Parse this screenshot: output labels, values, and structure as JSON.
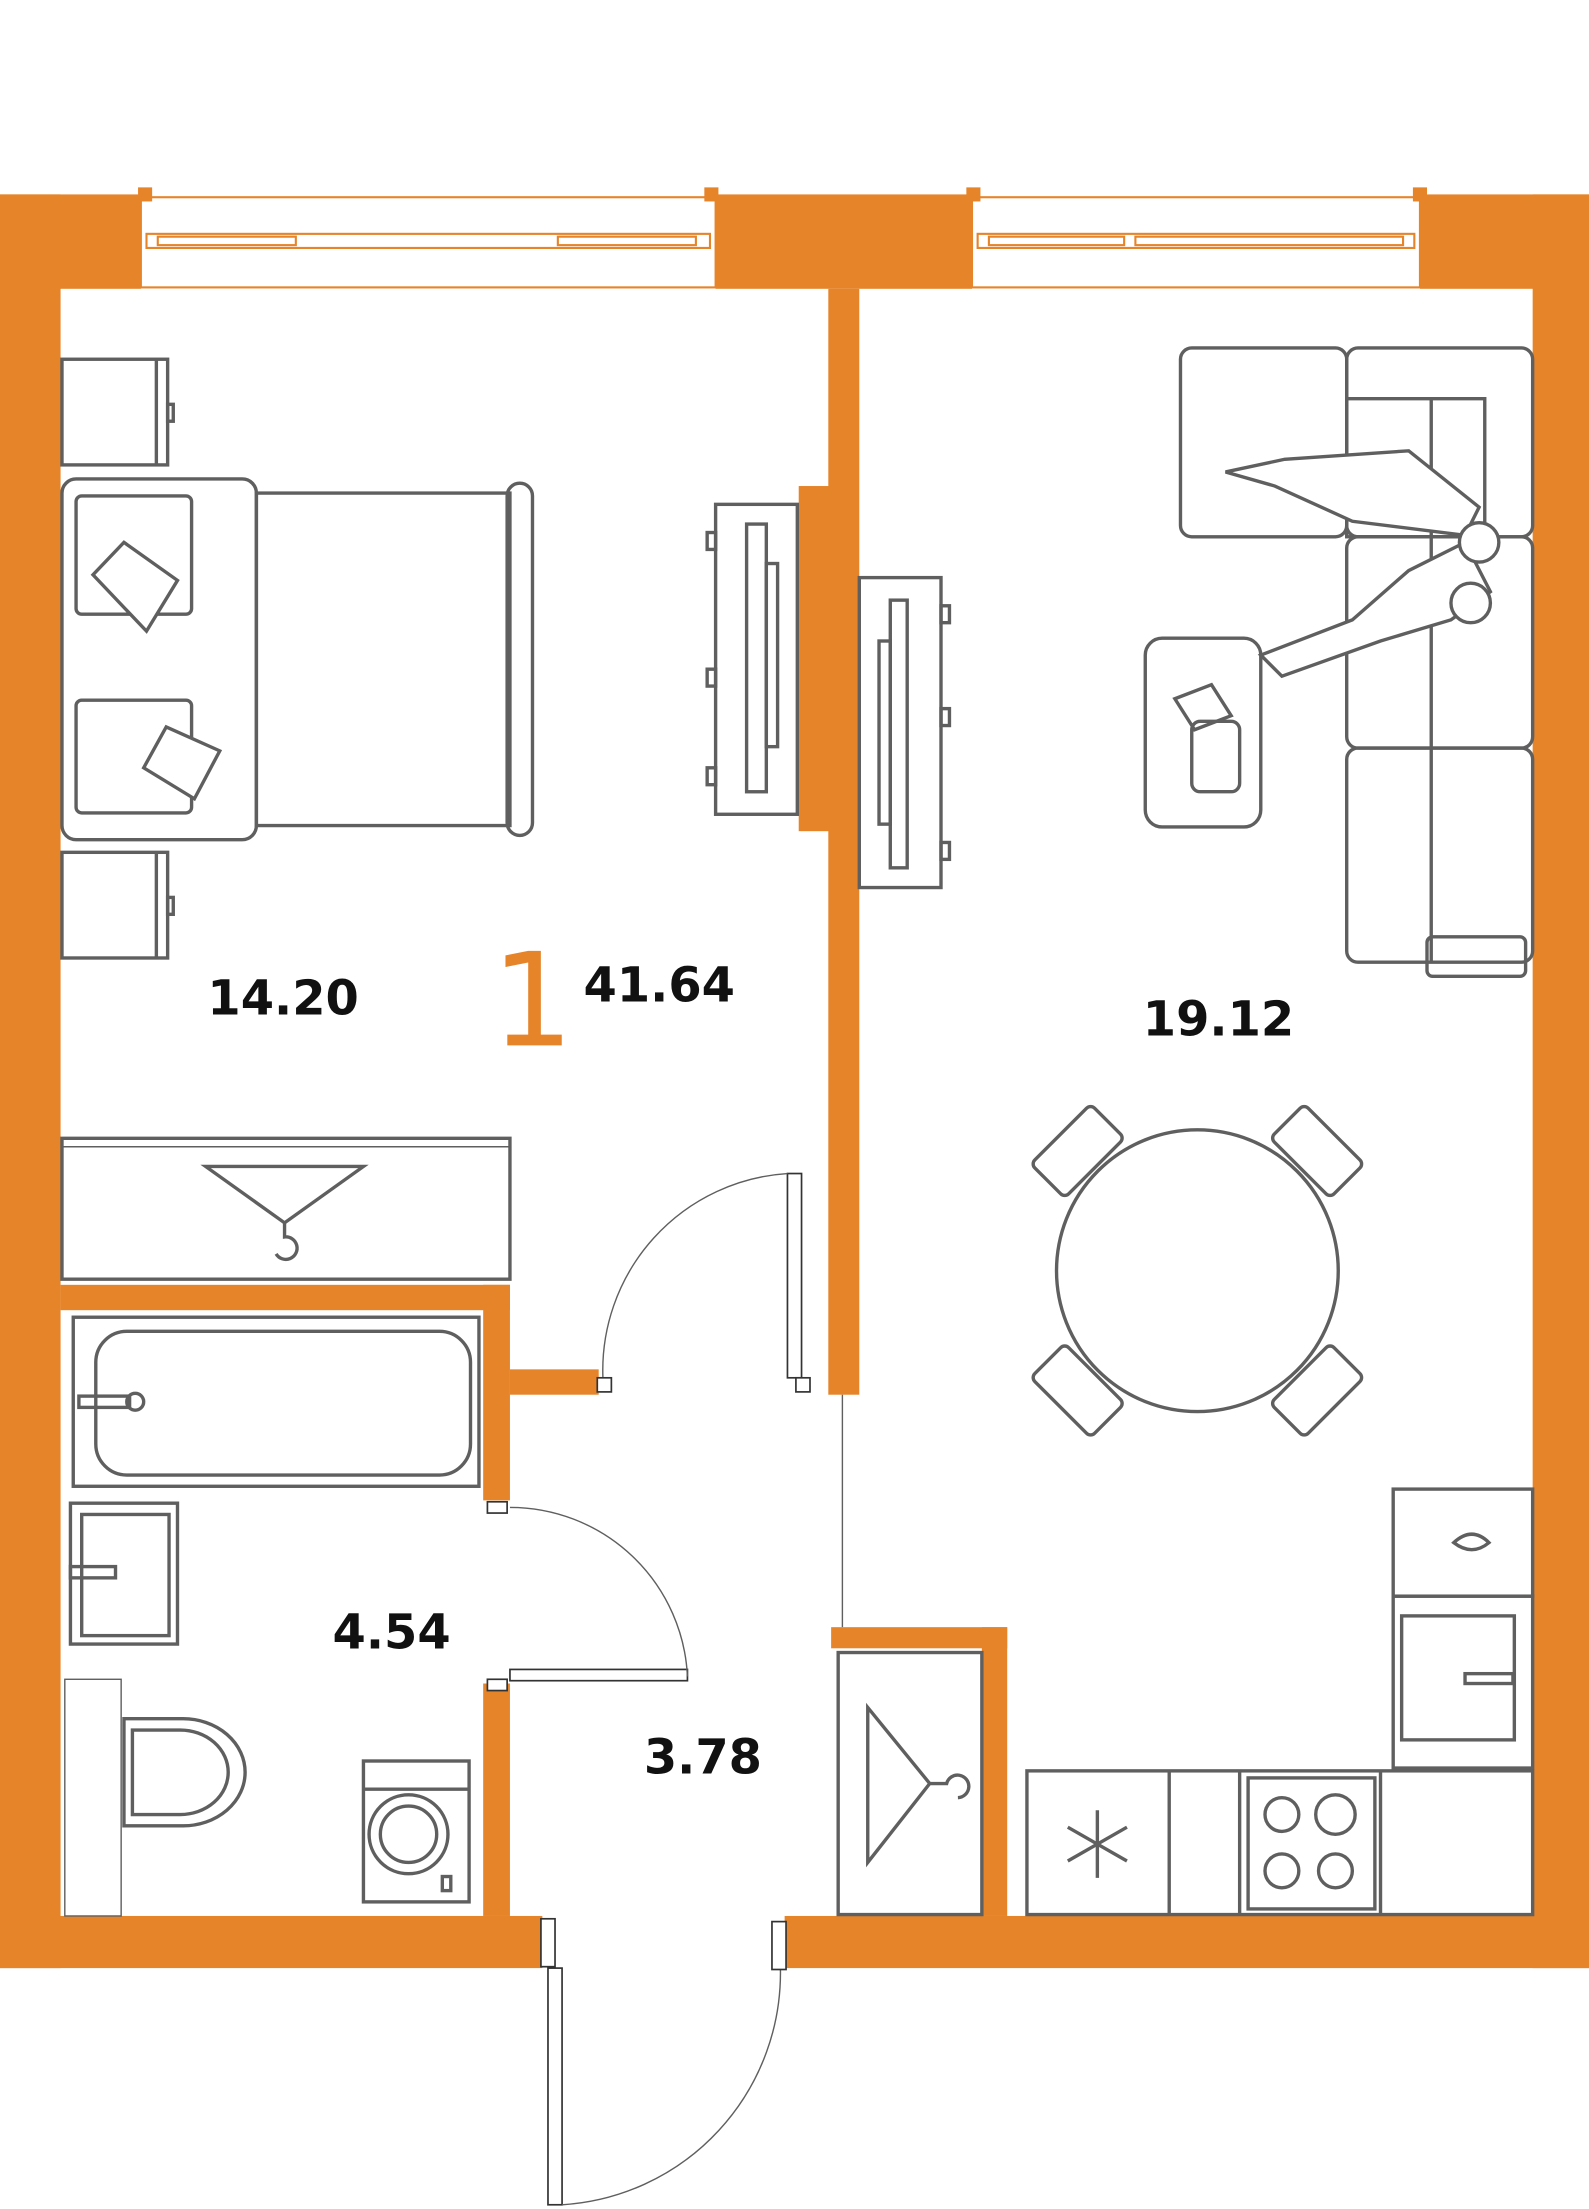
{
  "plan": {
    "rooms_count": "1",
    "total_area": "41.64",
    "rooms": [
      {
        "name": "bedroom",
        "area": "14.20"
      },
      {
        "name": "living-kitchen",
        "area": "19.12"
      },
      {
        "name": "bathroom",
        "area": "4.54"
      },
      {
        "name": "hallway",
        "area": "3.78"
      }
    ]
  },
  "colors": {
    "wall": "#E6842A",
    "furniture": "#5f5f5f"
  }
}
